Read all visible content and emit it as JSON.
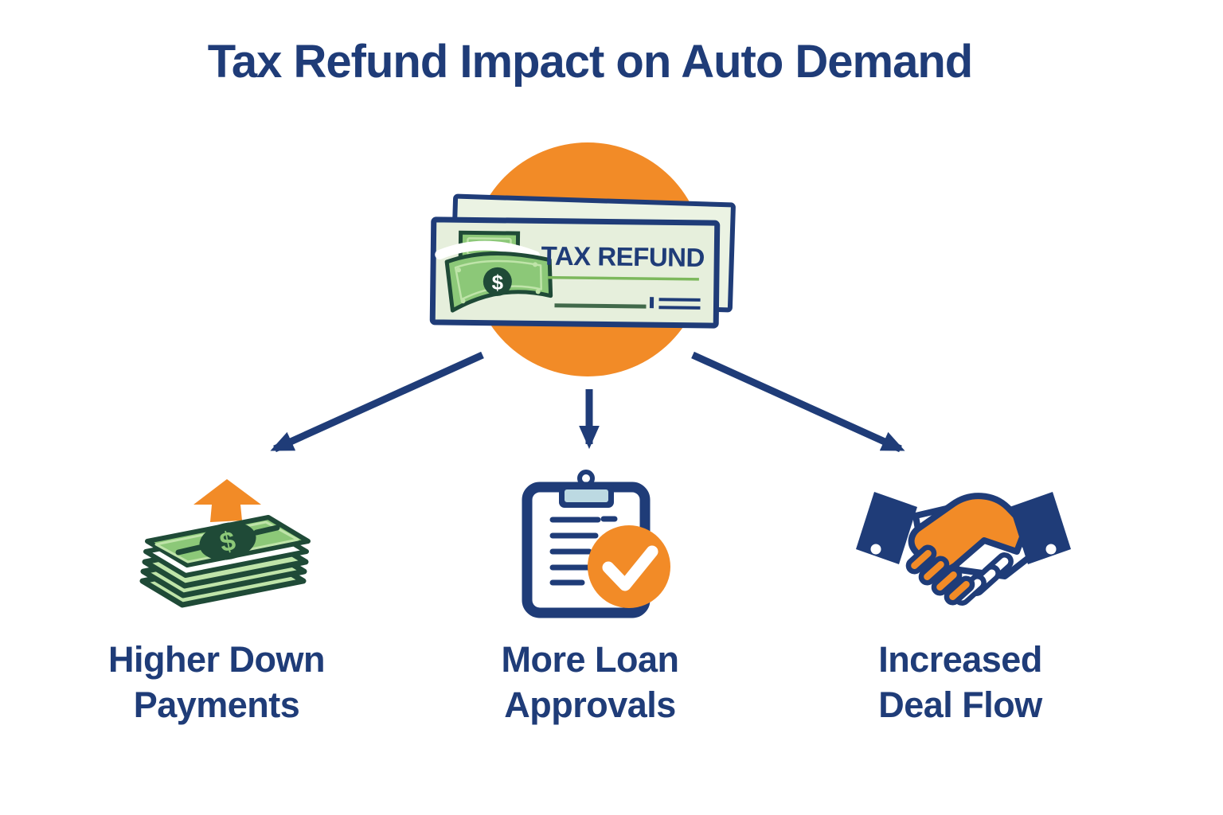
{
  "title": "Tax Refund Impact on Auto Demand",
  "glyphs": {
    "dollar": "$"
  },
  "center_icon": {
    "name": "tax-refund-check",
    "check_label": "TAX REFUND"
  },
  "branches": [
    {
      "icon": "cash-stack-up-arrow",
      "label": "Higher Down Payments",
      "label_lines": [
        "Higher Down",
        "Payments"
      ]
    },
    {
      "icon": "clipboard-approved",
      "label": "More Loan Approvals",
      "label_lines": [
        "More Loan",
        "Approvals"
      ]
    },
    {
      "icon": "handshake",
      "label": "Increased Deal Flow",
      "label_lines": [
        "Increased",
        "Deal Flow"
      ]
    }
  ],
  "colors": {
    "navy": "#1F3C78",
    "orange": "#F28B27",
    "check_bg": "#E6EFDC",
    "check_back_bg": "#EBF3E3",
    "bill_green": "#8CC878",
    "bill_dark_green": "#1F4A37",
    "bill_light_green": "#BFE4A9",
    "underline_green": "#7CB85C",
    "signature_green": "#41694A",
    "clip_blue": "#BCD9E2",
    "white": "#FFFFFF"
  }
}
